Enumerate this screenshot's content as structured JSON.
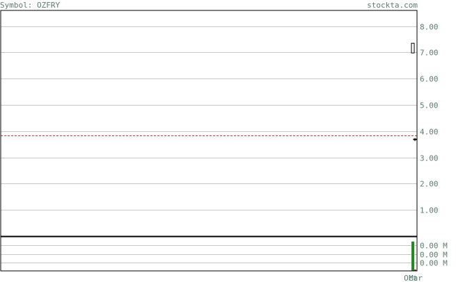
{
  "header": {
    "symbol_text": "Symbol: OZFRY",
    "site_text": "stockta.com"
  },
  "colors": {
    "text": "#5a7f6f",
    "grid": "#c8c8c8",
    "frame": "#000000",
    "dashed_line": "#e03030",
    "volume_bar": "#1e8c1e",
    "volume_bar_down": "#c01010"
  },
  "chart_data": [
    {
      "type": "candlestick",
      "title": "",
      "ylim": [
        0,
        8.6
      ],
      "grid": true,
      "y_ticks": [
        {
          "value": 1,
          "label": "1.00"
        },
        {
          "value": 2,
          "label": "2.00"
        },
        {
          "value": 3,
          "label": "3.00"
        },
        {
          "value": 4,
          "label": "4.00"
        },
        {
          "value": 5,
          "label": "5.00"
        },
        {
          "value": 6,
          "label": "6.00"
        },
        {
          "value": 7,
          "label": "7.00"
        },
        {
          "value": 8,
          "label": "8.00"
        }
      ],
      "x_labels": [
        "Oct",
        "Mar"
      ],
      "reference_line": {
        "value": 3.84,
        "style": "dashed"
      },
      "candles": [
        {
          "open": 6.98,
          "close": 7.35,
          "high": 7.35,
          "low": 6.98
        },
        {
          "open": 3.7,
          "close": 3.7,
          "high": 3.74,
          "low": 3.62
        }
      ]
    },
    {
      "type": "bar",
      "title": "",
      "y_ticks": [
        {
          "value": 3,
          "label": "0.00 M"
        },
        {
          "value": 2,
          "label": "0.00 M"
        },
        {
          "value": 1,
          "label": "0.00 M"
        }
      ],
      "ylim": [
        0,
        4
      ],
      "values": [
        3.45,
        0.15
      ]
    }
  ]
}
